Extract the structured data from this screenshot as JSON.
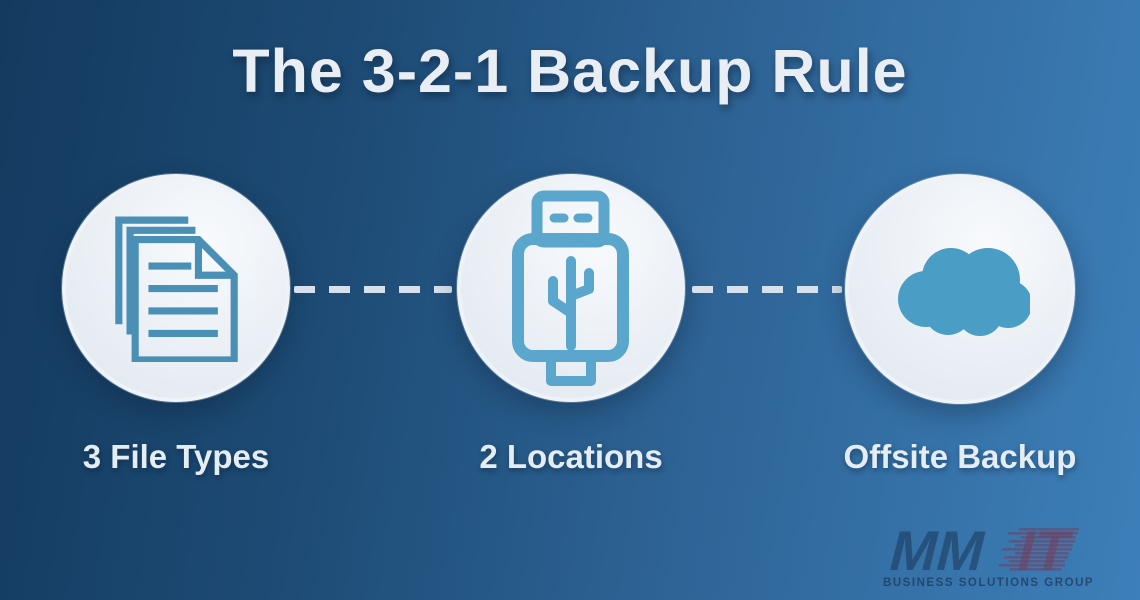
{
  "title": "The 3-2-1 Backup Rule",
  "items": [
    {
      "label": "3 File Types",
      "icon": "documents-icon"
    },
    {
      "label": "2 Locations",
      "icon": "usb-drive-icon"
    },
    {
      "label": "Offsite Backup",
      "icon": "cloud-icon"
    }
  ],
  "logo": {
    "part1": "MM",
    "part2": "IT",
    "tagline": "BUSINESS SOLUTIONS GROUP"
  },
  "colors": {
    "background_dark": "#143a5f",
    "background_light": "#3d7fb9",
    "circle_fill": "#edf1f6",
    "documents_icon_stroke": "#4a8fb5",
    "usb_icon_stroke": "#5ba6cc",
    "cloud_icon_fill": "#4a9dc5",
    "label_text": "#e4ecf4",
    "dash": "#d6e1ed"
  }
}
